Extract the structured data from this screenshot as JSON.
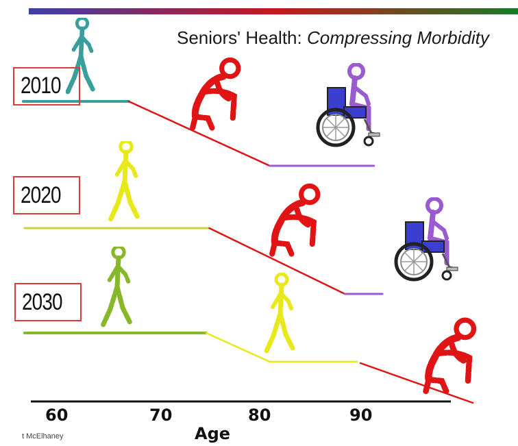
{
  "title_plain": "Seniors' Health: ",
  "title_italic": "Compressing Morbidity",
  "rows": [
    {
      "year": "2010",
      "healthy_end_age": 67,
      "decline_end_age": 81,
      "disabled_end_age": 91
    },
    {
      "year": "2020",
      "healthy_end_age": 75,
      "decline_end_age": 89,
      "disabled_end_age": 93
    },
    {
      "year": "2030",
      "healthy_end_age": 74,
      "active_end_age": 90,
      "decline_end_age": 97
    }
  ],
  "axis": {
    "title": "Age",
    "ticks": [
      "60",
      "70",
      "80",
      "90"
    ]
  },
  "credit": "t McElhaney",
  "colors": {
    "gradient": [
      "#3b3fa8",
      "#c8171e",
      "#1a7a2a"
    ],
    "teal": "#3a9e9a",
    "red": "#e01414",
    "purple": "#9a5ad0",
    "yellow": "#e8e81a",
    "lime": "#86b82a",
    "box_border": "#e23a3a"
  },
  "icons": [
    "walking-figure-icon",
    "bent-elderly-figure-icon",
    "wheelchair-figure-icon"
  ]
}
